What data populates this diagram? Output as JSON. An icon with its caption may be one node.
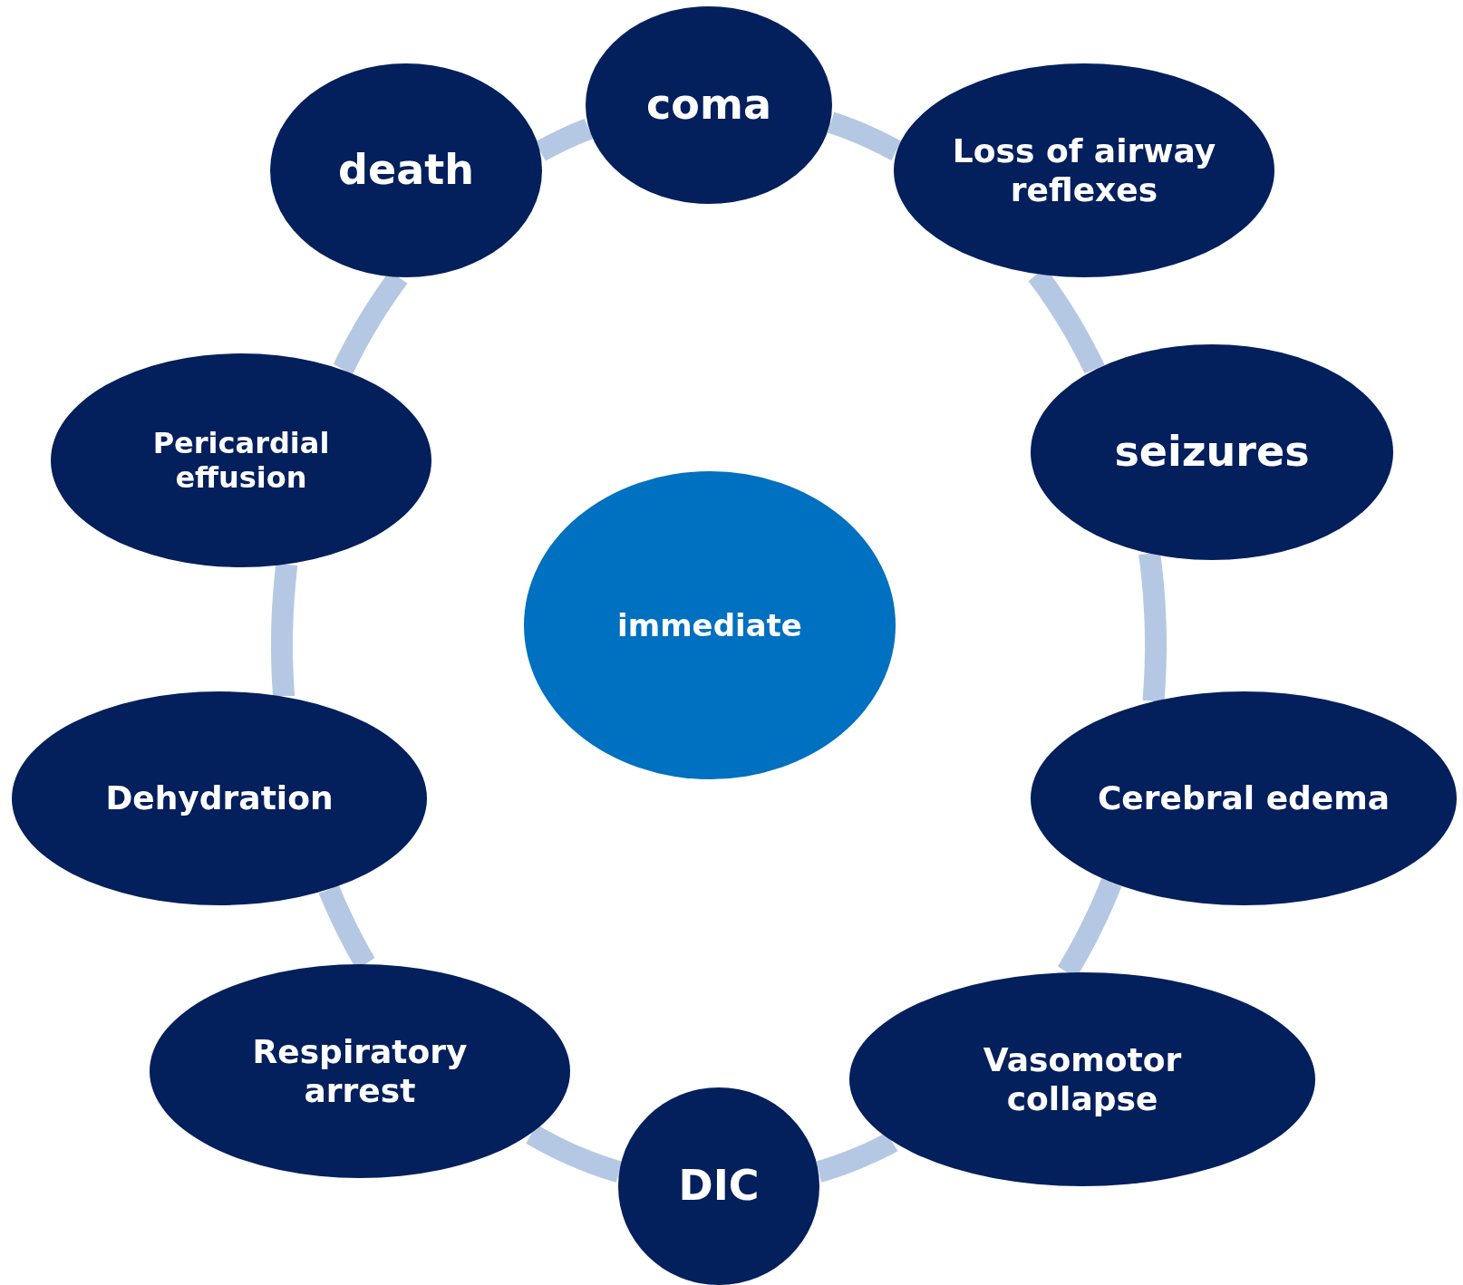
{
  "diagram": {
    "nodes": [
      {
        "text": [
          "immediate"
        ]
      },
      {
        "text": [
          "coma"
        ]
      },
      {
        "text": [
          "Loss of airway reflexes"
        ]
      },
      {
        "text": [
          "seizures"
        ]
      },
      {
        "text": [
          "Cerebral edema"
        ]
      },
      {
        "text": [
          "Vasomotor collapse"
        ]
      },
      {
        "text": [
          "DIC"
        ]
      },
      {
        "text": [
          "Respiratory arrest"
        ]
      },
      {
        "text": [
          "Dehydration"
        ]
      },
      {
        "text": [
          "Pericardial effusion"
        ]
      },
      {
        "text": [
          "death"
        ]
      }
    ],
    "edges": [
      {
        "from": 1,
        "to": 2,
        "arrow": "none"
      },
      {
        "from": 2,
        "to": 3,
        "arrow": "none"
      },
      {
        "from": 3,
        "to": 4,
        "arrow": "none"
      },
      {
        "from": 4,
        "to": 5,
        "arrow": "none"
      },
      {
        "from": 5,
        "to": 6,
        "arrow": "none"
      },
      {
        "from": 6,
        "to": 7,
        "arrow": "none"
      },
      {
        "from": 7,
        "to": 8,
        "arrow": "none"
      },
      {
        "from": 8,
        "to": 9,
        "arrow": "none"
      },
      {
        "from": 9,
        "to": 10,
        "arrow": "none"
      },
      {
        "from": 10,
        "to": 1,
        "arrow": "none"
      }
    ]
  }
}
